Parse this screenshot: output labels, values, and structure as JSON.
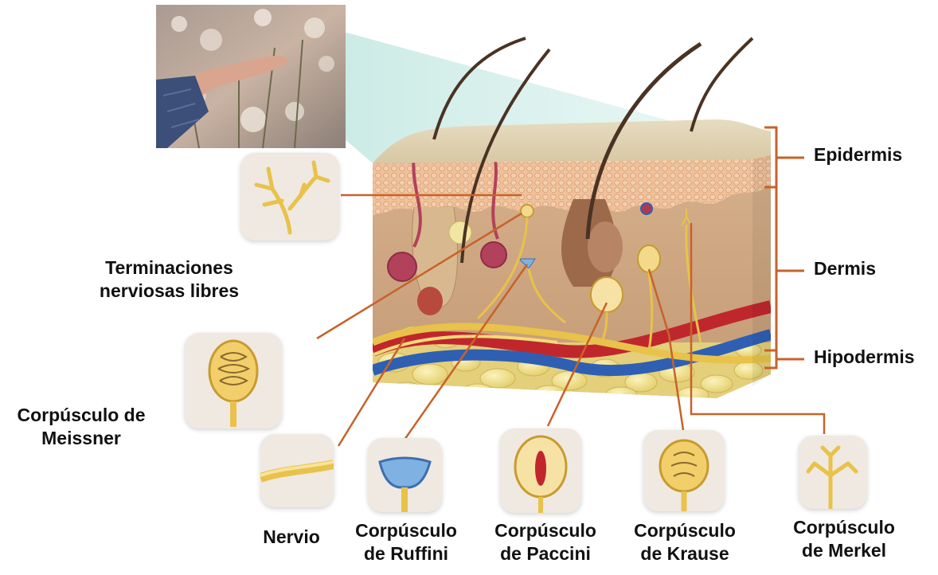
{
  "layers": {
    "epidermis": "Epidermis",
    "dermis": "Dermis",
    "hipodermis": "Hipodermis"
  },
  "receptors": {
    "free_endings": [
      "Terminaciones",
      "nerviosas libres"
    ],
    "meissner": [
      "Corpúsculo de",
      "Meissner"
    ],
    "nerve": "Nervio",
    "ruffini": [
      "Corpúsculo",
      "de Ruffini"
    ],
    "paccini": [
      "Corpúsculo",
      "de Paccini"
    ],
    "krause": [
      "Corpúsculo",
      "de Krause"
    ],
    "merkel": [
      "Corpúsculo",
      "de Merkel"
    ]
  },
  "colors": {
    "leader_line": "#c8622a",
    "nerve_yellow": "#e8c24a",
    "artery_red": "#c0272d",
    "vein_blue": "#2f5fb3",
    "epidermis_cells": "#e9b38e",
    "dermis": "#c9a07a",
    "fat": "#efe08a"
  }
}
